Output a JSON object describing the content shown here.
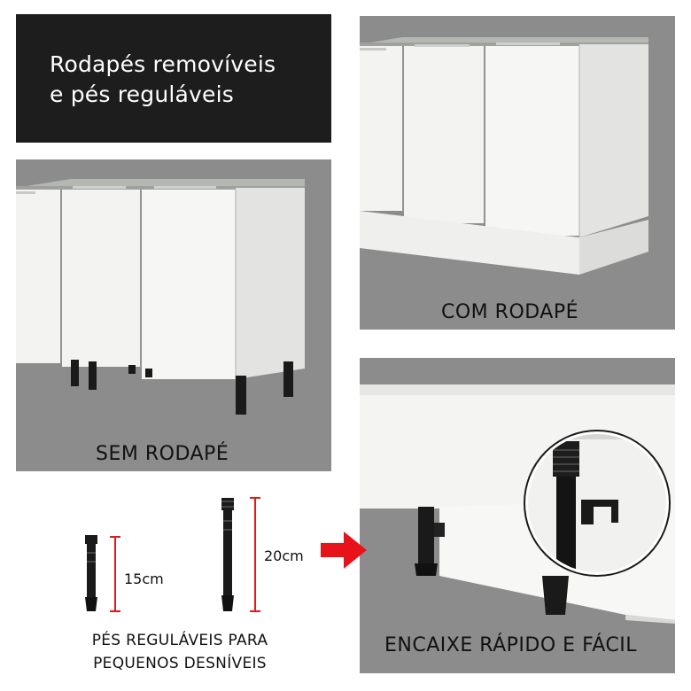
{
  "title": {
    "line1": "Rodapés removíveis",
    "line2": "e pés reguláveis"
  },
  "panels": {
    "sem_rodape": {
      "caption": "SEM RODAPÉ"
    },
    "com_rodape": {
      "caption": "COM RODAPÉ"
    },
    "encaixe": {
      "caption": "ENCAIXE RÁPIDO E FÁCIL"
    }
  },
  "legs": {
    "small_label": "15cm",
    "large_label": "20cm",
    "caption_line1": "PÉS REGULÁVEIS PARA",
    "caption_line2": "PEQUENOS DESNÍVEIS"
  },
  "colors": {
    "banner": "#1c1d1c",
    "panel": "#8c8c8d",
    "cabinet": "#f2f2f0",
    "countertop": "#b5b7b3",
    "leg": "#1a1a1a",
    "measure": "#e01b1b",
    "arrow": "#e8131a"
  },
  "icons": {
    "arrow": "arrow-right-icon"
  }
}
